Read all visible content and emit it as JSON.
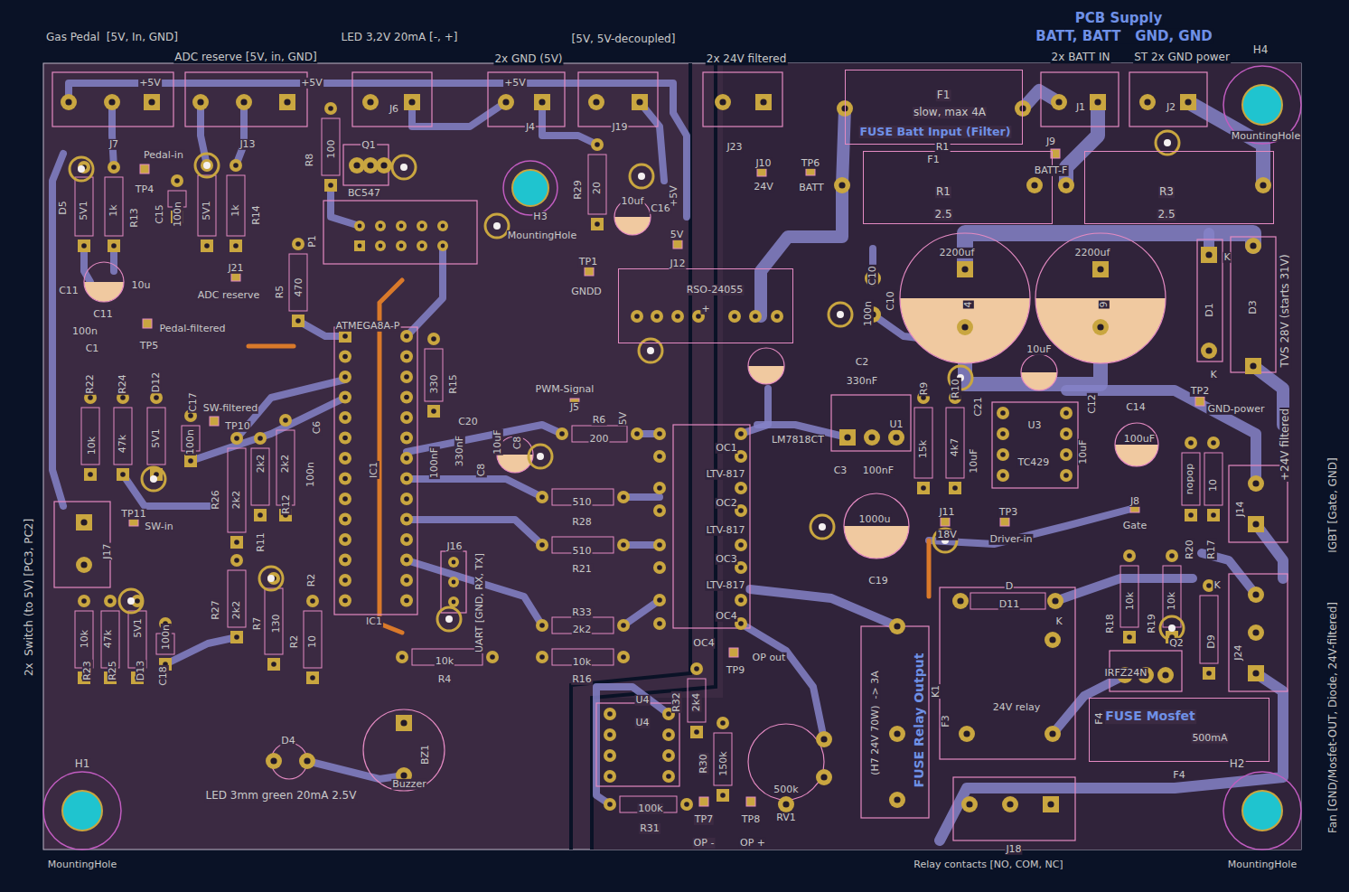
{
  "diagram": {
    "nodes": [
      {
        "text": [
          "F1",
          "slow, max 4A",
          "FUSE Batt Input (Filter)"
        ]
      },
      {
        "text": [
          "R1",
          "2.5"
        ]
      },
      {
        "text": [
          "R3",
          "2.5"
        ]
      },
      {
        "text": [
          "RSO-24055"
        ]
      },
      {
        "text": [
          "FUSE Mosfet",
          "500mA"
        ]
      }
    ],
    "labels": [
      "Gas Pedal  [5V, In, GND]",
      "LED 3,2V 20mA [-, +]",
      "ADC reserve [5V, in, GND]",
      "[5V, 5V-decoupled]",
      "2x GND (5V)",
      "2x 24V filtered",
      "PCB Supply",
      "BATT, BATT   GND, GND",
      "2x BATT IN",
      "ST 2x GND power",
      "H4",
      "+5V",
      "+5V",
      "+5V",
      "J7",
      "J13",
      "J6",
      "Q1",
      "BC547",
      "J4",
      "J19",
      "J23",
      "J1",
      "J2",
      "J9",
      "Pedal-in",
      "TP4",
      "D5",
      "5V1",
      "1k",
      "R13",
      "C15",
      "100n",
      "5V1",
      "1k",
      "R14",
      "R8",
      "100",
      "P1",
      "R5",
      "470",
      "H3",
      "MountingHole",
      "R29",
      "20",
      "10uf",
      "C16",
      "+5V",
      "5V",
      "J12",
      "J10",
      "24V",
      "TP6",
      "BATT",
      "R1",
      "F1",
      "BATT-F",
      "MountingHole",
      "TP1",
      "GNDD",
      "+",
      "J21",
      "ADC reserve",
      "C11",
      "10u",
      "C11",
      "100n",
      "C1",
      "TP5",
      "Pedal-filtered",
      "ATMEGA8A-P",
      "IC1",
      "IC1",
      "C10",
      "C10",
      "100n",
      "2200uf",
      "2200uf",
      "4",
      "9",
      "D1",
      "D3",
      "K",
      "K",
      "TVS 28V (starts 31V)",
      "C2",
      "330nF",
      "10uF",
      "TP2",
      "GND-power",
      "R15",
      "330",
      "PWM-Signal",
      "J5",
      "R22",
      "R24",
      "D12",
      "C17",
      "SW-filtered",
      "TP10",
      "10k",
      "47k",
      "5V1",
      "100n",
      "C6",
      "100n",
      "2k2",
      "2k2",
      "R26",
      "2k2",
      "R11",
      "R12",
      "C20",
      "10uF",
      "C8",
      "330nF",
      "100nF",
      "C8",
      "R6",
      "200",
      "5V",
      "OC1",
      "LTV-817",
      "OC2",
      "LTV-817",
      "OC3",
      "LTV-817",
      "OC4",
      "OC4",
      "LM7818CT",
      "R9",
      "R10",
      "C21",
      "U3",
      "TC429",
      "C12",
      "C14",
      "100uF",
      "U1",
      "C3",
      "100nF",
      "15k",
      "4k7",
      "10uF",
      "10uF",
      "+24V filtered",
      "IGBT [Gate, GND]",
      "1000u",
      "C19",
      "J11",
      "18V",
      "TP3",
      "Driver-in",
      "J8",
      "Gate",
      "nopop",
      "10",
      "J14",
      "R20",
      "R17",
      "K",
      "R18",
      "10k",
      "R19",
      "10k",
      "Q2",
      "IRFZ24N",
      "D9",
      "J24",
      "SW-in",
      "TP11",
      "J17",
      "2x  Switch (to 5V) [PC3, PC2]",
      "R28",
      "510",
      "510",
      "R21",
      "R33",
      "2k2",
      "10k",
      "R16",
      "10k",
      "R4",
      "J16",
      "UART [GND, RX, TX]",
      "OP out",
      "TP9",
      "R27",
      "2k2",
      "R7",
      "130",
      "R2",
      "R2",
      "10",
      "10k",
      "47k",
      "5V1",
      "100n",
      "R23",
      "R25",
      "D13",
      "C18",
      "D4",
      "LED 3mm green 20mA 2.5V",
      "BZ1",
      "Buzzer",
      "H1",
      "MountingHole",
      "U4",
      "U4",
      "R32",
      "2k4",
      "R30",
      "150k",
      "100k",
      "R31",
      "TP7",
      "OP -",
      "TP8",
      "OP +",
      "500k",
      "RV1",
      "D",
      "D11",
      "K",
      "K1",
      "24V relay",
      "(H7 24V 70W)  -> 3A",
      "FUSE Relay Output",
      "F3",
      "J18",
      "Relay contacts [NO, COM, NC]",
      "F4",
      "F4",
      "H2",
      "MountingHole",
      "Fan [GND/Mosfet-OUT, Diode, 24V-filtered]"
    ]
  }
}
